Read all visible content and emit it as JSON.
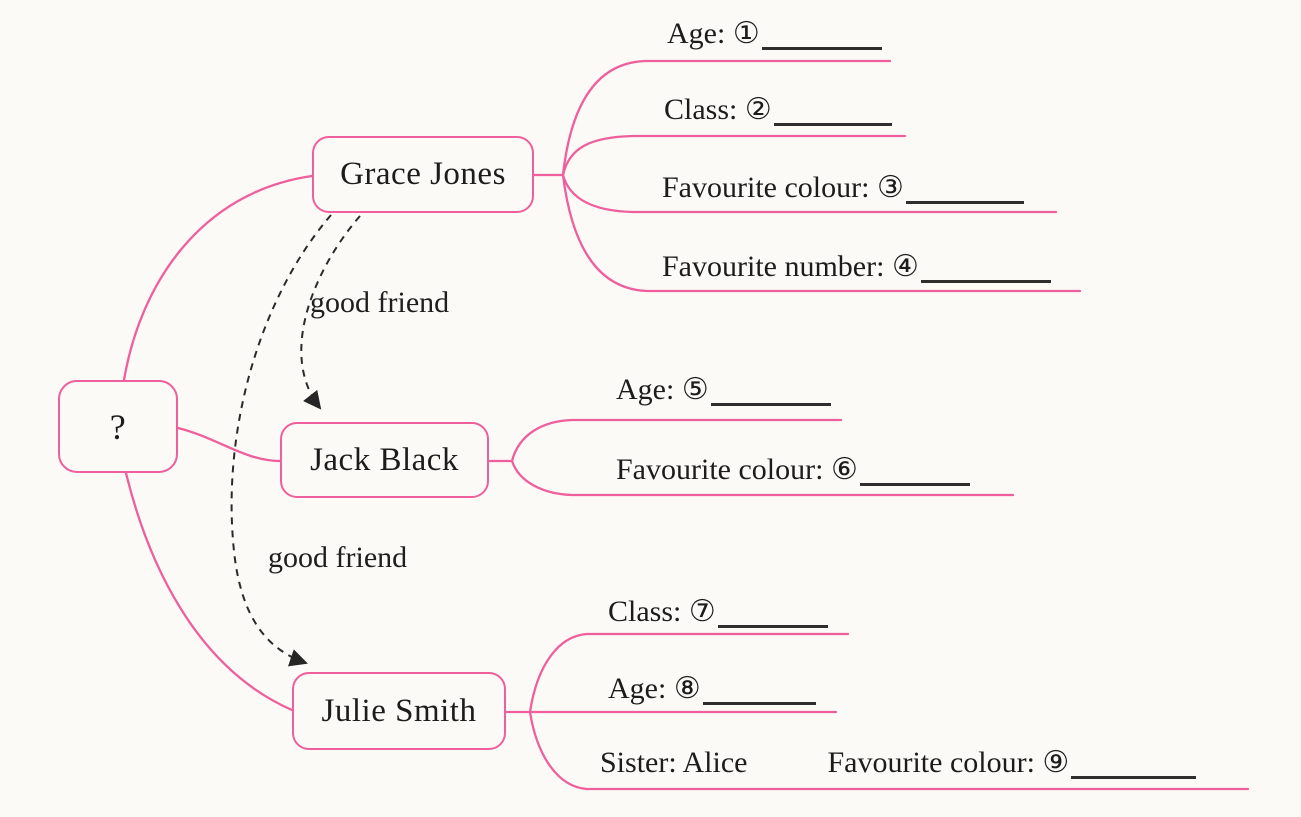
{
  "diagram": {
    "root": {
      "label": "?"
    },
    "people": [
      {
        "name": "Grace Jones",
        "attributes": [
          {
            "text": "Age: ①"
          },
          {
            "text": "Class: ②"
          },
          {
            "text": "Favourite colour: ③"
          },
          {
            "text": "Favourite number: ④"
          }
        ]
      },
      {
        "name": "Jack Black",
        "attributes": [
          {
            "text": "Age: ⑤"
          },
          {
            "text": "Favourite colour: ⑥"
          }
        ]
      },
      {
        "name": "Julie Smith",
        "attributes": [
          {
            "text": "Class: ⑦"
          },
          {
            "text": "Age: ⑧"
          },
          {
            "text": "Sister: Alice"
          },
          {
            "text": "Favourite colour: ⑨"
          }
        ]
      }
    ],
    "relations": [
      {
        "label": "good friend"
      },
      {
        "label": "good friend"
      }
    ],
    "colors": {
      "accent": "#ee5f9c",
      "ink": "#1e1e1e",
      "background": "#fbfaf6"
    }
  }
}
